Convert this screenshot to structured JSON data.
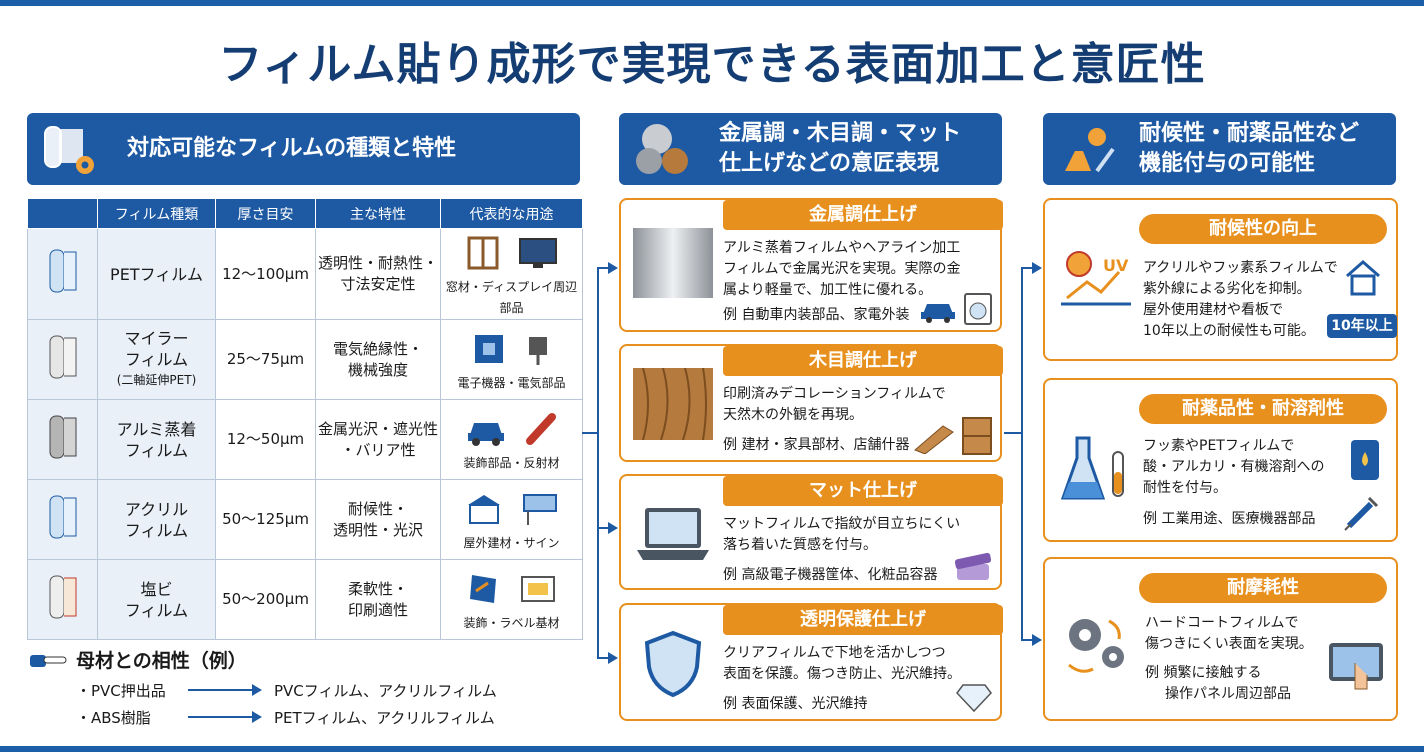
{
  "title": "フィルム貼り成形で実現できる表面加工と意匠性",
  "left_header": "対応可能なフィルムの種類と特性",
  "mid_header": [
    "金属調・木目調・マット",
    "仕上げなどの意匠表現"
  ],
  "right_header": [
    "耐候性・耐薬品性など",
    "機能付与の可能性"
  ],
  "table": {
    "headers": [
      "",
      "フィルム種類",
      "厚さ目安",
      "主な特性",
      "代表的な用途"
    ],
    "rows": [
      {
        "name": "PETフィルム",
        "name_sub": "",
        "thickness": "12〜100μm",
        "props": [
          "透明性・耐熱性・",
          "寸法安定性"
        ],
        "use": "窓材・ディスプレイ周辺部品"
      },
      {
        "name": "マイラー\nフィルム",
        "name_sub": "(二軸延伸PET)",
        "thickness": "25〜75μm",
        "props": [
          "電気絶縁性・",
          "機械強度"
        ],
        "use": "電子機器・電気部品"
      },
      {
        "name": "アルミ蒸着\nフィルム",
        "name_sub": "",
        "thickness": "12〜50μm",
        "props": [
          "金属光沢・遮光性",
          "・バリア性"
        ],
        "use": "装飾部品・反射材"
      },
      {
        "name": "アクリル\nフィルム",
        "name_sub": "",
        "thickness": "50〜125μm",
        "props": [
          "耐候性・",
          "透明性・光沢"
        ],
        "use": "屋外建材・サイン"
      },
      {
        "name": "塩ビ\nフィルム",
        "name_sub": "",
        "thickness": "50〜200μm",
        "props": [
          "柔軟性・",
          "印刷適性"
        ],
        "use": "装飾・ラベル基材"
      }
    ]
  },
  "compat": {
    "title": "母材との相性（例）",
    "rows": [
      {
        "src": "・PVC押出品",
        "dst": "PVCフィルム、アクリルフィルム"
      },
      {
        "src": "・ABS樹脂",
        "dst": "PETフィルム、アクリルフィルム"
      }
    ]
  },
  "mid_cards": [
    {
      "tag": "金属調仕上げ",
      "body": [
        "アルミ蒸着フィルムやヘアライン加工",
        "フィルムで金属光沢を実現。実際の金",
        "属より軽量で、加工性に優れる。"
      ],
      "ex": "例 自動車内装部品、家電外装"
    },
    {
      "tag": "木目調仕上げ",
      "body": [
        "印刷済みデコレーションフィルムで",
        "天然木の外観を再現。"
      ],
      "ex": "例 建材・家具部材、店舗什器"
    },
    {
      "tag": "マット仕上げ",
      "body": [
        "マットフィルムで指紋が目立ちにくい",
        "落ち着いた質感を付与。"
      ],
      "ex": "例 高級電子機器筐体、化粧品容器"
    },
    {
      "tag": "透明保護仕上げ",
      "body": [
        "クリアフィルムで下地を活かしつつ",
        "表面を保護。傷つき防止、光沢維持。"
      ],
      "ex": "例 表面保護、光沢維持"
    }
  ],
  "right_cards": [
    {
      "tag": "耐候性の向上",
      "body": [
        "アクリルやフッ素系フィルムで",
        "紫外線による劣化を抑制。",
        "屋外使用建材や看板で",
        "10年以上の耐候性も可能。"
      ],
      "ex": "",
      "badge": "10年以上",
      "uv": "UV"
    },
    {
      "tag": "耐薬品性・耐溶剤性",
      "body": [
        "フッ素やPETフィルムで",
        "酸・アルカリ・有機溶剤への",
        "耐性を付与。"
      ],
      "ex": "例 工業用途、医療機器部品"
    },
    {
      "tag": "耐摩耗性",
      "body": [
        "ハードコートフィルムで",
        "傷つきにくい表面を実現。"
      ],
      "ex": "例 頻繁に接触する",
      "ex2": "操作パネル周辺部品"
    }
  ],
  "colors": {
    "navy": "#143d73",
    "blue": "#1e5aa3",
    "orange": "#e8901e"
  }
}
